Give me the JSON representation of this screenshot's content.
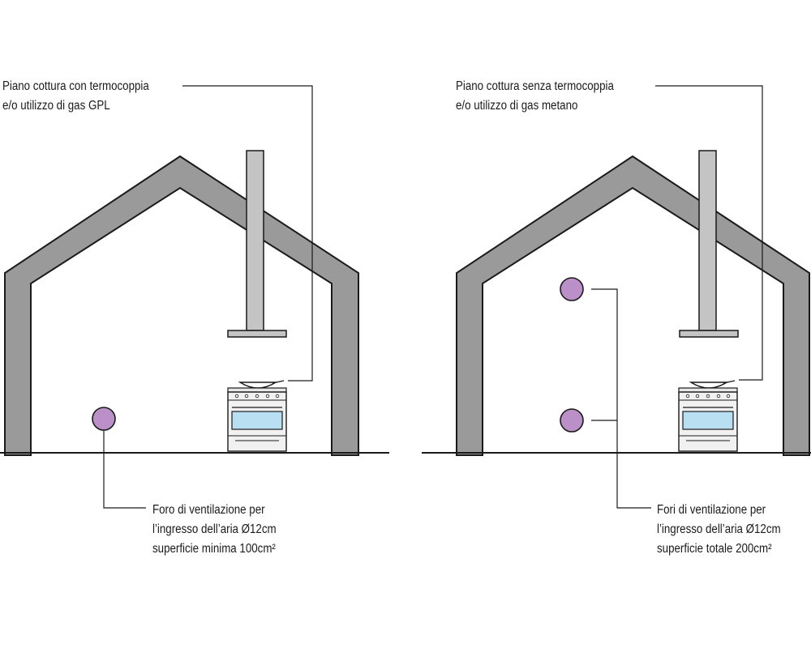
{
  "left_panel": {
    "hob_label": {
      "line1": "Piano cottura con termocoppia",
      "line2": "e/o utilizzo di gas GPL"
    },
    "vent_label": {
      "line1": "Foro di ventilazione per",
      "line2": "l’ingresso dell’aria Ø12cm",
      "line3": "superficie minima 100cm²"
    },
    "vent_hole_count": 1
  },
  "right_panel": {
    "hob_label": {
      "line1": "Piano cottura senza termocoppia",
      "line2": "e/o utilizzo di gas metano"
    },
    "vent_label": {
      "line1": "Fori di ventilazione per",
      "line2": "l’ingresso dell’aria Ø12cm",
      "line3": "superficie totale 200cm²"
    },
    "vent_hole_count": 2
  },
  "colors": {
    "wall": "#9a9a9a",
    "outline": "#1a1a1a",
    "vent_hole": "#bb8fc7",
    "chimney": "#c4c4c4",
    "stove_body": "#f1f1f1",
    "oven_window": "#b9dff2"
  }
}
